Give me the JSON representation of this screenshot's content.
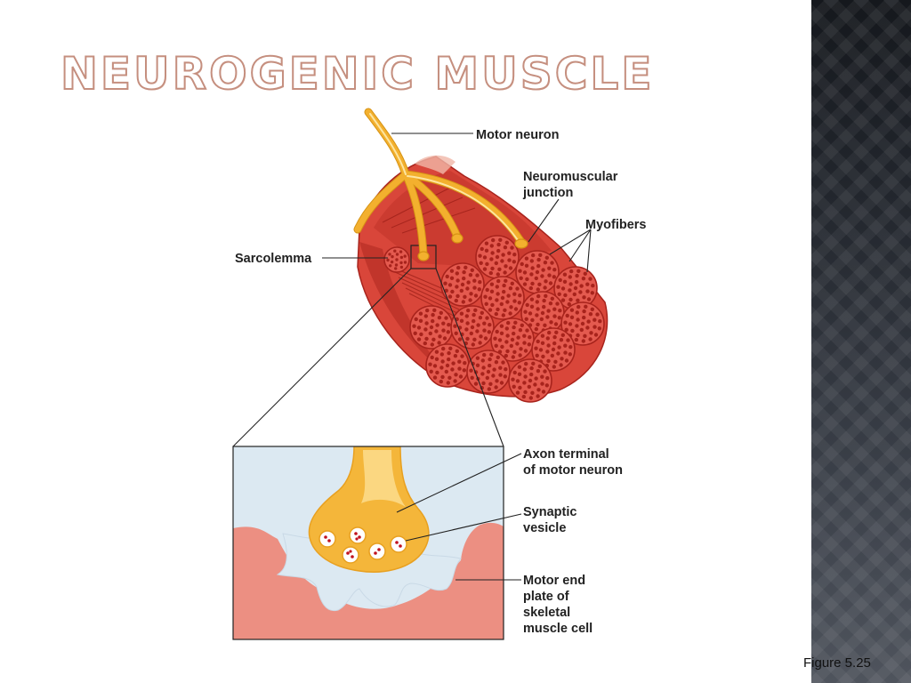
{
  "slide": {
    "title": "NEUROGENIC MUSCLE",
    "caption": "Figure 5.25"
  },
  "labels": {
    "motor_neuron": "Motor neuron",
    "nmj_line1": "Neuromuscular",
    "nmj_line2": "junction",
    "myofibers": "Myofibers",
    "sarcolemma": "Sarcolemma",
    "axon_line1": "Axon terminal",
    "axon_line2": "of motor neuron",
    "vesicle_line1": "Synaptic",
    "vesicle_line2": "vesicle",
    "endplate_line1": "Motor end",
    "endplate_line2": "plate of",
    "endplate_line3": "skeletal",
    "endplate_line4": "muscle cell"
  },
  "colors": {
    "muscle": "#d9463a",
    "muscle_dark": "#a8231c",
    "fiber_fill": "#e45a4f",
    "fiber_dot": "#a8231c",
    "nerve": "#f3b02e",
    "nerve_light": "#fde5a0",
    "fluid": "#dce9f2",
    "endplate": "#ec8f82",
    "accent_title": "#c58f7f"
  }
}
